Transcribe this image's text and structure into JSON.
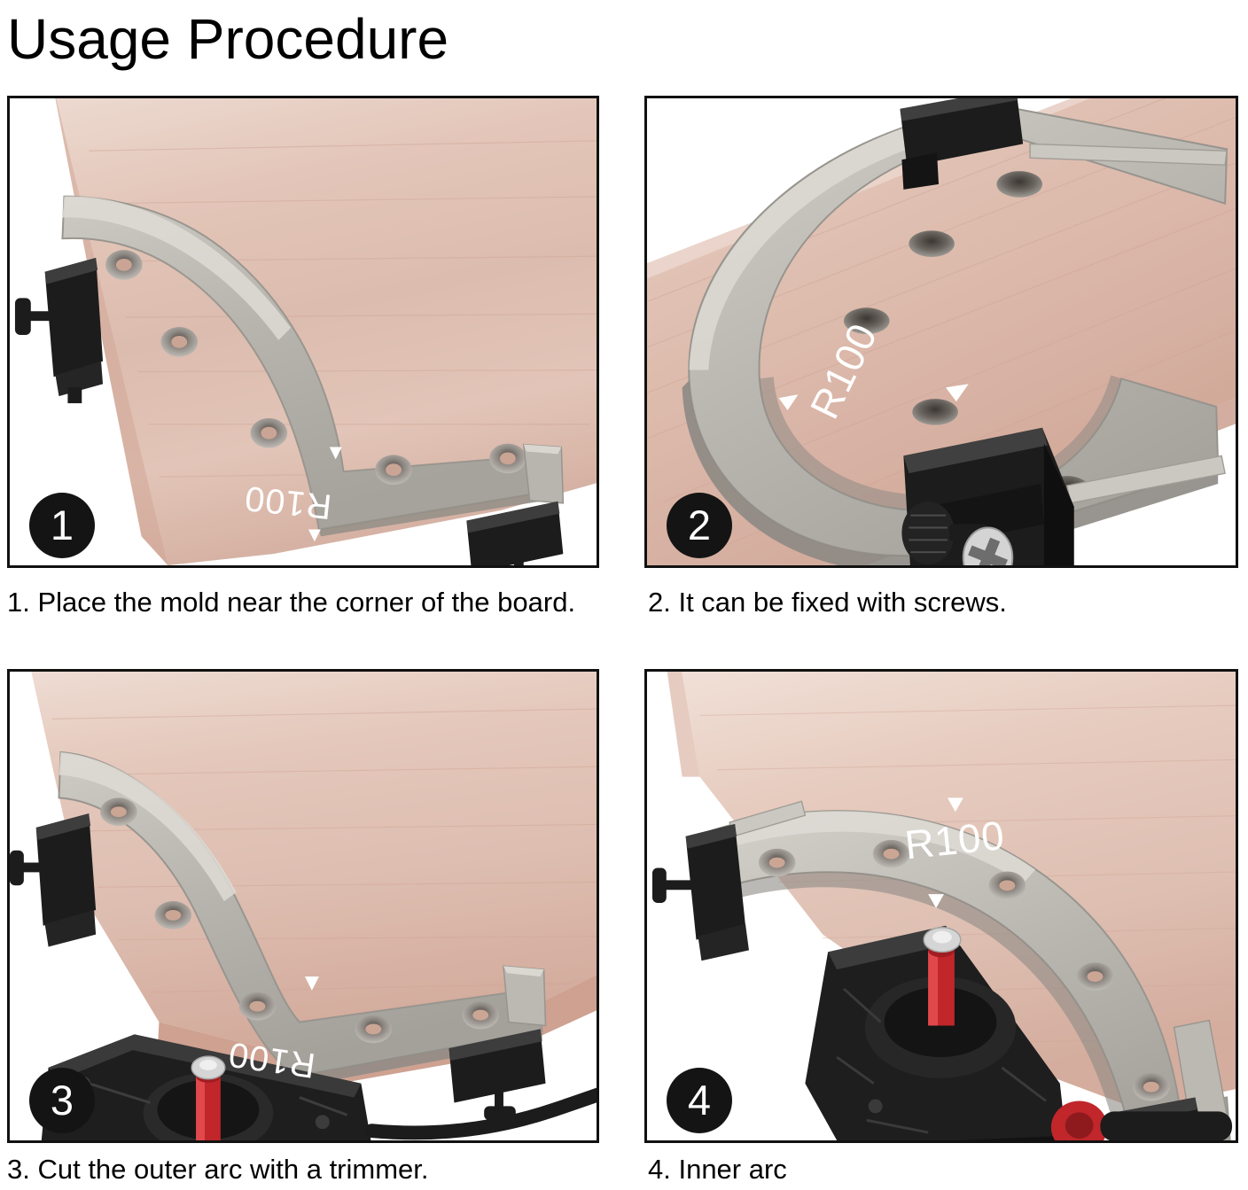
{
  "page": {
    "title": "Usage Procedure",
    "background_color": "#ffffff",
    "text_color": "#000000"
  },
  "colors": {
    "panel_border": "#111111",
    "jig_gray": "#b5b2ac",
    "jig_gray_light": "#c9c6c0",
    "jig_edge_dark": "#8e8b85",
    "wood_light": "#e4c7bb",
    "wood_mid": "#d8b3a6",
    "wood_edge": "#c08d7c",
    "hardware_black": "#1c1c1c",
    "hardware_black_light": "#3a3a3a",
    "router_red": "#c0262a",
    "bearing_silver": "#d5d5d5",
    "badge_fill": "#141414",
    "badge_text": "#ffffff",
    "engraving_white": "#ffffff"
  },
  "steps": [
    {
      "number": "1",
      "badge_label": "1",
      "caption": "1. Place the mold near the corner of the board.",
      "engraving": "R100",
      "engraving_rotated": true,
      "scene_name": "mold-placed-on-board-corner",
      "parts": [
        "wood-board",
        "arc-template-jig",
        "clamp-block-left",
        "clamp-block-right",
        "thumbscrew-left",
        "thumbscrew-right",
        "countersunk-hole",
        "alignment-arrow-marker"
      ]
    },
    {
      "number": "2",
      "badge_label": "2",
      "caption": "2. It can be fixed with screws.",
      "engraving": "R100",
      "engraving_rotated": true,
      "scene_name": "jig-fixed-with-screws",
      "parts": [
        "wood-board",
        "arc-template-jig",
        "clamp-block-top",
        "clamp-block-bottom",
        "knurled-thumbscrew",
        "phillips-screw",
        "rail-bar",
        "through-hole"
      ]
    },
    {
      "number": "3",
      "badge_label": "3",
      "caption": "3. Cut the outer arc with a trimmer.",
      "engraving": "R100",
      "engraving_rotated": true,
      "scene_name": "cut-outer-arc-with-trimmer",
      "parts": [
        "wood-board",
        "arc-template-jig",
        "clamp-block-left",
        "clamp-block-right",
        "thumbscrew-left",
        "thumbscrew-right",
        "router-base-plate",
        "router-bit",
        "bearing",
        "power-cord",
        "countersunk-hole",
        "alignment-arrow-marker"
      ]
    },
    {
      "number": "4",
      "badge_label": "4",
      "caption": "4. Inner arc",
      "engraving": "R100",
      "engraving_rotated": false,
      "scene_name": "cut-inner-arc-with-trimmer",
      "parts": [
        "wood-board",
        "arc-template-jig",
        "clamp-block-left",
        "clamp-block-right",
        "thumbscrew-left",
        "router-body",
        "router-base-plate",
        "router-bit",
        "bearing",
        "red-depth-knob",
        "countersunk-hole",
        "alignment-arrow-marker"
      ]
    }
  ]
}
